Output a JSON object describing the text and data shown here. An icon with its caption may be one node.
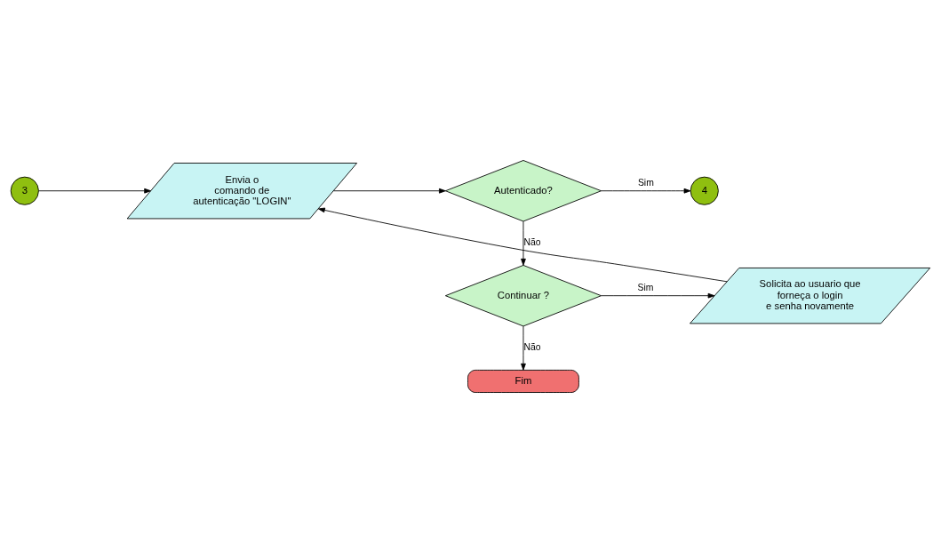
{
  "diagram": {
    "nodes": [
      {
        "text": [
          "3"
        ]
      },
      {
        "text": [
          "Envia o comando de autenticação \"LOGIN\""
        ]
      },
      {
        "text": [
          "Autenticado?"
        ]
      },
      {
        "text": [
          "4"
        ]
      },
      {
        "text": [
          "Solicita ao usuario que forneça o login e senha novamente"
        ]
      },
      {
        "text": [
          "Continuar ?"
        ]
      },
      {
        "text": [
          "Fim"
        ]
      }
    ],
    "edges": [
      {
        "from": 0,
        "to": 1,
        "arrow": "to"
      },
      {
        "from": 1,
        "to": 2,
        "arrow": "to"
      },
      {
        "from": 2,
        "to": 3,
        "arrow": "to",
        "label": "Sim"
      },
      {
        "from": 2,
        "to": 5,
        "arrow": "to",
        "label": "Não"
      },
      {
        "from": 5,
        "to": 4,
        "arrow": "to",
        "label": "Sim"
      },
      {
        "from": 4,
        "to": 1,
        "arrow": "to"
      },
      {
        "from": 5,
        "to": 6,
        "arrow": "to",
        "label": "Não"
      }
    ]
  }
}
